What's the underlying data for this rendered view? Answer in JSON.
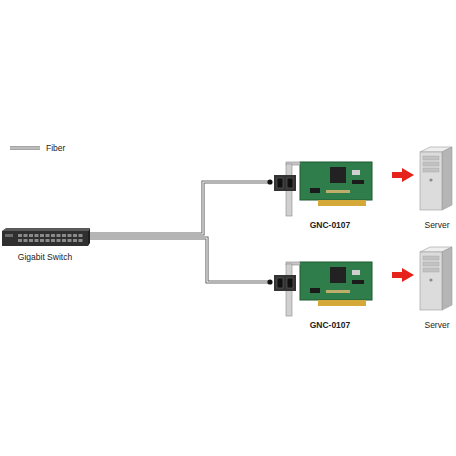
{
  "diagram": {
    "nodes": [
      {
        "text": [
          "Gigabit Switch"
        ]
      },
      {
        "text": [
          "GNC-0107"
        ]
      },
      {
        "text": [
          "Server"
        ]
      },
      {
        "text": [
          "GNC-0107"
        ]
      },
      {
        "text": [
          "Server"
        ]
      }
    ],
    "edges": [
      {
        "from": 0,
        "to": 1,
        "arrow": "none"
      },
      {
        "from": 0,
        "to": 3,
        "arrow": "none"
      },
      {
        "from": 1,
        "to": 2,
        "arrow": "to"
      },
      {
        "from": 3,
        "to": 4,
        "arrow": "to"
      }
    ],
    "legend": [
      {
        "text": "Fiber"
      }
    ]
  }
}
